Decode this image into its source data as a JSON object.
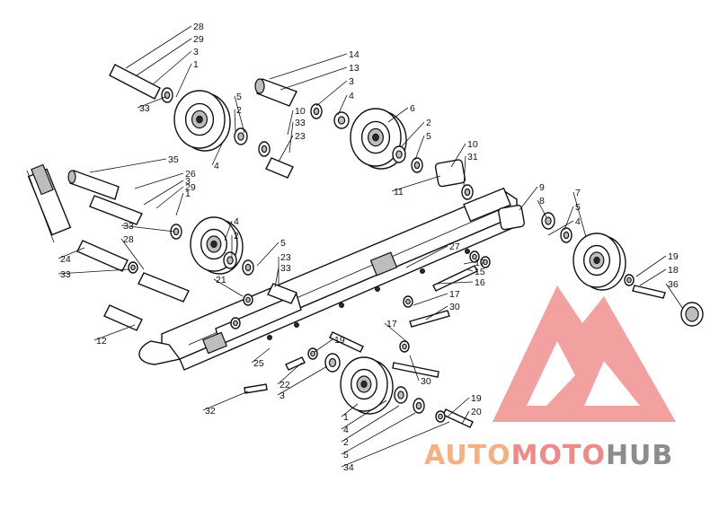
{
  "callouts": [
    {
      "label": "28"
    },
    {
      "label": "29"
    },
    {
      "label": "3"
    },
    {
      "label": "1"
    },
    {
      "label": "33"
    },
    {
      "label": "14"
    },
    {
      "label": "13"
    },
    {
      "label": "3"
    },
    {
      "label": "4"
    },
    {
      "label": "5"
    },
    {
      "label": "2"
    },
    {
      "label": "10"
    },
    {
      "label": "33"
    },
    {
      "label": "23"
    },
    {
      "label": "6"
    },
    {
      "label": "2"
    },
    {
      "label": "5"
    },
    {
      "label": "4"
    },
    {
      "label": "35"
    },
    {
      "label": "26"
    },
    {
      "label": "3"
    },
    {
      "label": "29"
    },
    {
      "label": "1"
    },
    {
      "label": "10"
    },
    {
      "label": "31"
    },
    {
      "label": "11"
    },
    {
      "label": "9"
    },
    {
      "label": "8"
    },
    {
      "label": "7"
    },
    {
      "label": "5"
    },
    {
      "label": "4"
    },
    {
      "label": "33"
    },
    {
      "label": "28"
    },
    {
      "label": "4"
    },
    {
      "label": "2"
    },
    {
      "label": "24"
    },
    {
      "label": "33"
    },
    {
      "label": "5"
    },
    {
      "label": "23"
    },
    {
      "label": "33"
    },
    {
      "label": "27"
    },
    {
      "label": "17"
    },
    {
      "label": "15"
    },
    {
      "label": "16"
    },
    {
      "label": "19"
    },
    {
      "label": "18"
    },
    {
      "label": "36"
    },
    {
      "label": "21"
    },
    {
      "label": "17"
    },
    {
      "label": "30"
    },
    {
      "label": "17"
    },
    {
      "label": "12"
    },
    {
      "label": "19"
    },
    {
      "label": "25"
    },
    {
      "label": "30"
    },
    {
      "label": "22"
    },
    {
      "label": "3"
    },
    {
      "label": "32"
    },
    {
      "label": "1"
    },
    {
      "label": "4"
    },
    {
      "label": "2"
    },
    {
      "label": "5"
    },
    {
      "label": "34"
    },
    {
      "label": "19"
    },
    {
      "label": "20"
    }
  ],
  "logo": {
    "word_auto": "AUTO",
    "word_moto": "MOTO",
    "word_hub": "HUB",
    "color_auto": "#f4b183",
    "color_moto": "#f08a8a",
    "color_hub": "#8c8c8c",
    "mark_color": "#ec6b6b"
  }
}
